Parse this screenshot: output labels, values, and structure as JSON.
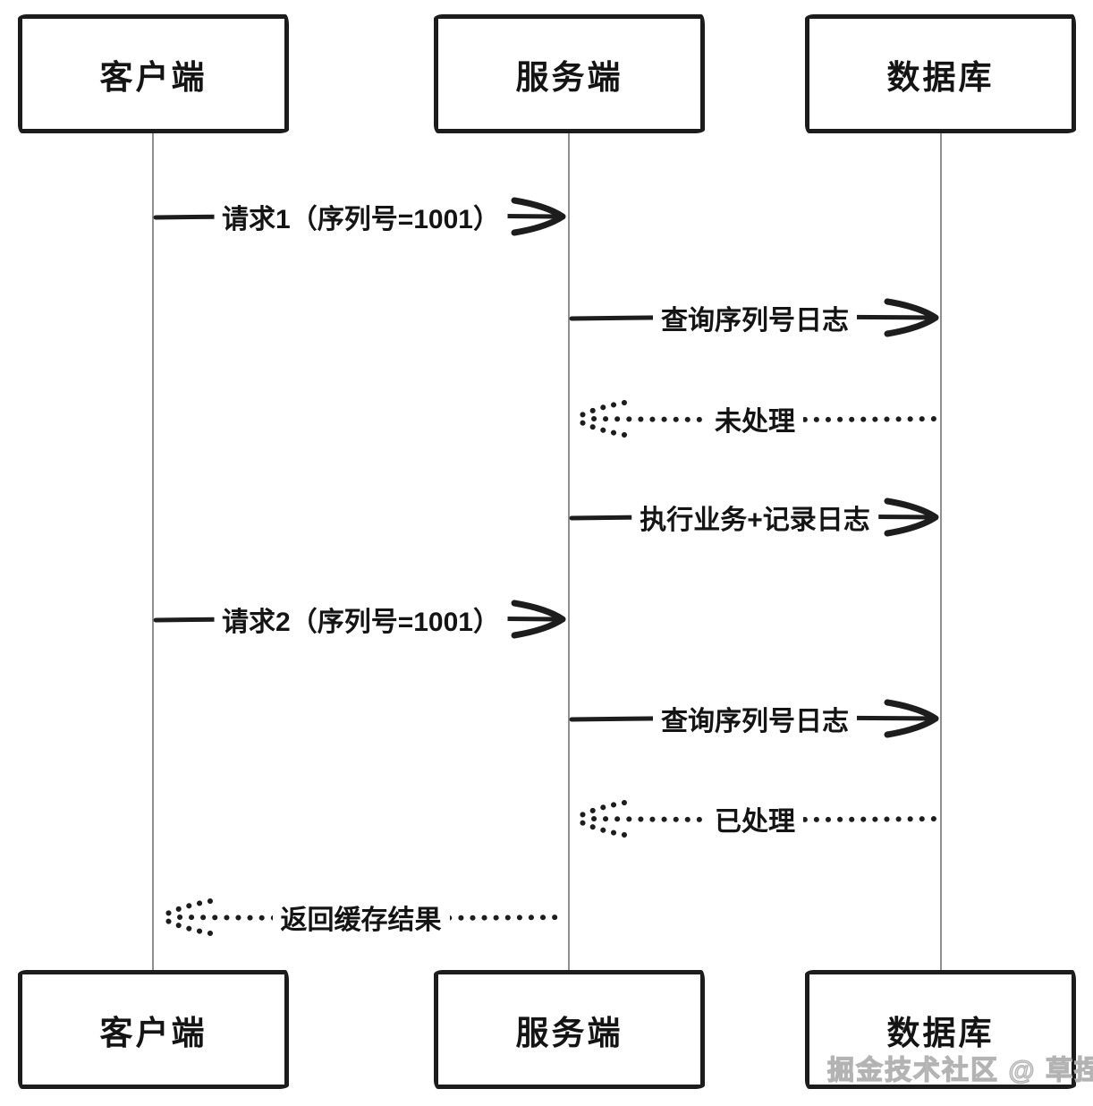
{
  "actors": [
    {
      "id": "client",
      "label": "客户端"
    },
    {
      "id": "server",
      "label": "服务端"
    },
    {
      "id": "database",
      "label": "数据库"
    }
  ],
  "messages": [
    {
      "from": "client",
      "to": "server",
      "style": "solid",
      "label": "请求1（序列号=1001）"
    },
    {
      "from": "server",
      "to": "database",
      "style": "solid",
      "label": "查询序列号日志"
    },
    {
      "from": "database",
      "to": "server",
      "style": "dotted",
      "label": "未处理"
    },
    {
      "from": "server",
      "to": "database",
      "style": "solid",
      "label": "执行业务+记录日志"
    },
    {
      "from": "client",
      "to": "server",
      "style": "solid",
      "label": "请求2（序列号=1001）"
    },
    {
      "from": "server",
      "to": "database",
      "style": "solid",
      "label": "查询序列号日志"
    },
    {
      "from": "database",
      "to": "server",
      "style": "dotted",
      "label": "已处理"
    },
    {
      "from": "server",
      "to": "client",
      "style": "dotted",
      "label": "返回缓存结果"
    }
  ],
  "watermark": "掘金技术社区 @ 草捏子",
  "colors": {
    "stroke": "#1d1d1d",
    "lifeline": "#8f8f8f",
    "watermark": "#b3b3b3",
    "background": "#ffffff"
  }
}
